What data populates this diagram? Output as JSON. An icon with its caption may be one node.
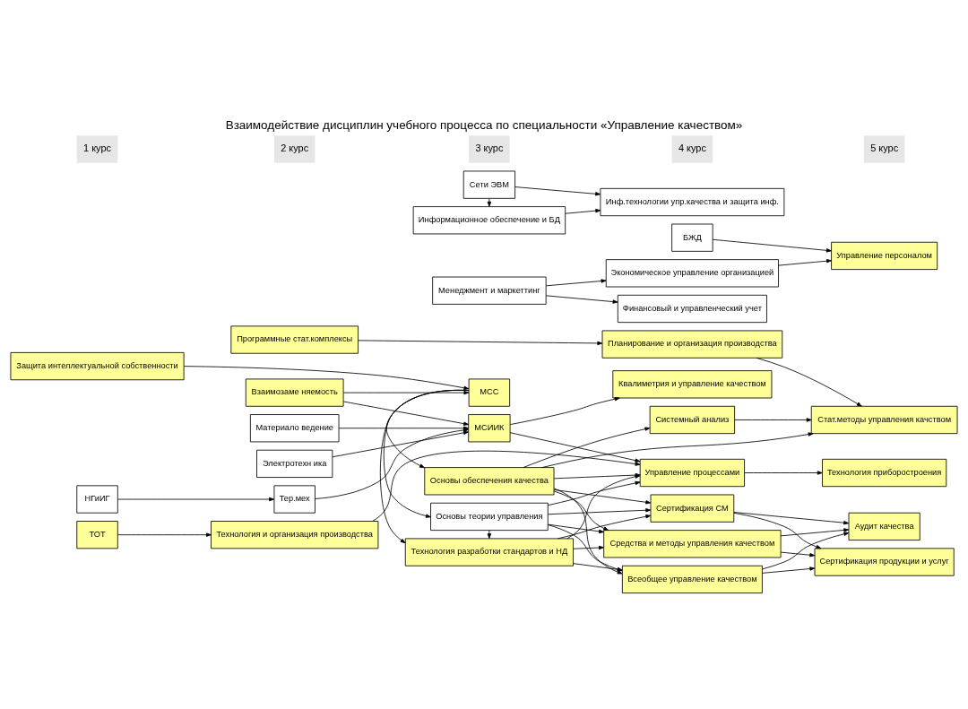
{
  "diagram": {
    "title": "Взаимодействие дисциплин учебного процесса по специальности «Управление качеством»",
    "nodes": [
      {
        "text": [
          "ТОТ"
        ]
      },
      {
        "text": [
          "Технология и организация производства"
        ]
      },
      {
        "text": [
          "НГиИГ"
        ]
      },
      {
        "text": [
          "Тер.мех"
        ]
      },
      {
        "text": [
          "Материало ведение"
        ]
      },
      {
        "text": [
          "Электротехн ика"
        ]
      },
      {
        "text": [
          "Взаимозаме няемость"
        ]
      },
      {
        "text": [
          "Защита интеллектуальной собственности"
        ]
      },
      {
        "text": [
          "Программные стат.комплексы"
        ]
      },
      {
        "text": [
          "МСИИК"
        ]
      },
      {
        "text": [
          "Основы теории управления"
        ]
      },
      {
        "text": [
          "МСС"
        ]
      },
      {
        "text": [
          "Квалиметрия и управление качеством"
        ]
      },
      {
        "text": [
          "Технология разработки стандартов и НД"
        ]
      },
      {
        "text": [
          "Основы обеспечения качества"
        ]
      },
      {
        "text": [
          "Системный анализ"
        ]
      },
      {
        "text": [
          "Планирование и организация производства"
        ]
      },
      {
        "text": [
          "Управление процессами"
        ]
      },
      {
        "text": [
          "Всеобщее управление качеством"
        ]
      },
      {
        "text": [
          "Сертификация СМ"
        ]
      },
      {
        "text": [
          "Средства и методы управления качеством"
        ]
      },
      {
        "text": [
          "Стат.методы управления качством"
        ]
      },
      {
        "text": [
          "Технология приборостроения"
        ]
      },
      {
        "text": [
          "Сертификация продукции и услуг"
        ]
      },
      {
        "text": [
          "Аудит качества"
        ]
      },
      {
        "text": [
          "БЖД"
        ]
      },
      {
        "text": [
          "Экономическое управление организацией"
        ]
      },
      {
        "text": [
          "Финансовый и управленческий учет"
        ]
      },
      {
        "text": [
          "Менеджмент и маркеттинг"
        ]
      },
      {
        "text": [
          "Информационное обеспечение и БД"
        ]
      },
      {
        "text": [
          "Сети ЭВМ"
        ]
      },
      {
        "text": [
          "Инф.технологии упр.качества и защита инф."
        ]
      },
      {
        "text": [
          "Управление персоналом"
        ]
      }
    ],
    "edges": [
      {
        "from": 0,
        "to": 1,
        "arrow": "to"
      },
      {
        "from": 1,
        "to": 17,
        "arrow": "to"
      },
      {
        "from": 2,
        "to": 3,
        "arrow": "to"
      },
      {
        "from": 3,
        "to": 9,
        "arrow": "to"
      },
      {
        "from": 4,
        "to": 9,
        "arrow": "to"
      },
      {
        "from": 5,
        "to": 9,
        "arrow": "to"
      },
      {
        "from": 6,
        "to": 9,
        "arrow": "to"
      },
      {
        "from": 6,
        "to": 11,
        "arrow": "to"
      },
      {
        "from": 7,
        "to": 11,
        "arrow": "to"
      },
      {
        "from": 9,
        "to": 17,
        "arrow": "to"
      },
      {
        "from": 9,
        "to": 12,
        "arrow": "to"
      },
      {
        "from": 11,
        "to": 10,
        "arrow": "to"
      },
      {
        "from": 11,
        "to": 13,
        "arrow": "to"
      },
      {
        "from": 11,
        "to": 14,
        "arrow": "to"
      },
      {
        "from": 10,
        "to": 13,
        "arrow": "to"
      },
      {
        "from": 10,
        "to": 17,
        "arrow": "to"
      },
      {
        "from": 10,
        "to": 18,
        "arrow": "to"
      },
      {
        "from": 10,
        "to": 19,
        "arrow": "to"
      },
      {
        "from": 10,
        "to": 20,
        "arrow": "to"
      },
      {
        "from": 13,
        "to": 17,
        "arrow": "to"
      },
      {
        "from": 13,
        "to": 18,
        "arrow": "to"
      },
      {
        "from": 13,
        "to": 19,
        "arrow": "to"
      },
      {
        "from": 13,
        "to": 20,
        "arrow": "to"
      },
      {
        "from": 14,
        "to": 17,
        "arrow": "to"
      },
      {
        "from": 14,
        "to": 18,
        "arrow": "to"
      },
      {
        "from": 14,
        "to": 19,
        "arrow": "to"
      },
      {
        "from": 14,
        "to": 20,
        "arrow": "to"
      },
      {
        "from": 14,
        "to": 15,
        "arrow": "to"
      },
      {
        "from": 14,
        "to": 21,
        "arrow": "to"
      },
      {
        "from": 15,
        "to": 21,
        "arrow": "to"
      },
      {
        "from": 8,
        "to": 16,
        "arrow": "to"
      },
      {
        "from": 16,
        "to": 21,
        "arrow": "to"
      },
      {
        "from": 17,
        "to": 22,
        "arrow": "to"
      },
      {
        "from": 18,
        "to": 23,
        "arrow": "to"
      },
      {
        "from": 18,
        "to": 24,
        "arrow": "to"
      },
      {
        "from": 19,
        "to": 23,
        "arrow": "to"
      },
      {
        "from": 19,
        "to": 24,
        "arrow": "to"
      },
      {
        "from": 20,
        "to": 23,
        "arrow": "to"
      },
      {
        "from": 20,
        "to": 24,
        "arrow": "to"
      },
      {
        "from": 25,
        "to": 32,
        "arrow": "to"
      },
      {
        "from": 26,
        "to": 32,
        "arrow": "to"
      },
      {
        "from": 28,
        "to": 26,
        "arrow": "to"
      },
      {
        "from": 28,
        "to": 27,
        "arrow": "to"
      },
      {
        "from": 30,
        "to": 29,
        "arrow": "to"
      },
      {
        "from": 30,
        "to": 31,
        "arrow": "to"
      },
      {
        "from": 29,
        "to": 31,
        "arrow": "to"
      }
    ],
    "labels": [
      "1 курс",
      "2 курс",
      "3 курс",
      "4 курс",
      "5 курс"
    ]
  }
}
